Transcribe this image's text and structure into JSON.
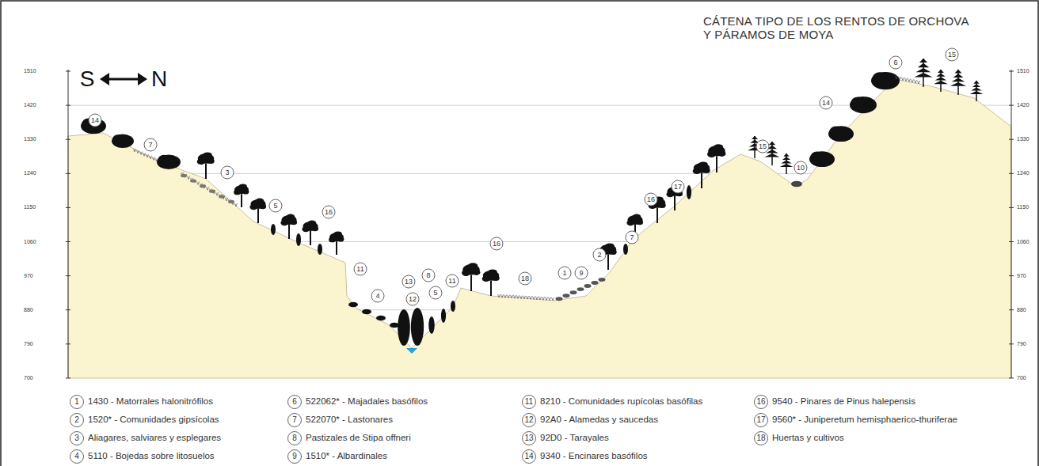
{
  "diagram": {
    "title": "CÁTENA TIPO DE LOS RENTOS DE ORCHOVA Y PÁRAMOS DE MOYA",
    "labels": [
      "S",
      "N",
      "1510",
      "1420",
      "1330",
      "1240",
      "1150",
      "1060",
      "970",
      "880",
      "790",
      "700",
      "1510",
      "1420",
      "1330",
      "1240",
      "1150",
      "1060",
      "970",
      "880",
      "790",
      "700",
      "14",
      "7",
      "3",
      "5",
      "16",
      "11",
      "4",
      "13",
      "8",
      "12",
      "5",
      "11",
      "16",
      "18",
      "1",
      "9",
      "2",
      "7",
      "16",
      "17",
      "15",
      "10",
      "14",
      "6",
      "15",
      "1",
      "2",
      "3",
      "4",
      "6",
      "7",
      "8",
      "9",
      "11",
      "12",
      "13",
      "14",
      "16",
      "17",
      "18"
    ],
    "legend": [
      {
        "text": "1430 - Matorrales halonitrófilos"
      },
      {
        "text": "1520* - Comunidades gipsícolas"
      },
      {
        "text": "Aliagares, salviares y esplegares"
      },
      {
        "text": "5110 - Bojedas sobre litosuelos"
      },
      {
        "text": "522062* - Majadales basófilos"
      },
      {
        "text": "522070* - Lastonares"
      },
      {
        "text": "Pastizales de Stipa offneri"
      },
      {
        "text": "1510* - Albardinales"
      },
      {
        "text": "8210 - Comunidades rupícolas basófilas"
      },
      {
        "text": "92A0 - Alamedas y saucedas"
      },
      {
        "text": "92D0 - Tarayales"
      },
      {
        "text": "9340 - Encinares basófilos"
      },
      {
        "text": "9540 - Pinares de Pinus halepensis"
      },
      {
        "text": "9560* - Juniperetum hemisphaerico-thuriferae"
      },
      {
        "text": "Huertas y cultivos"
      }
    ]
  }
}
